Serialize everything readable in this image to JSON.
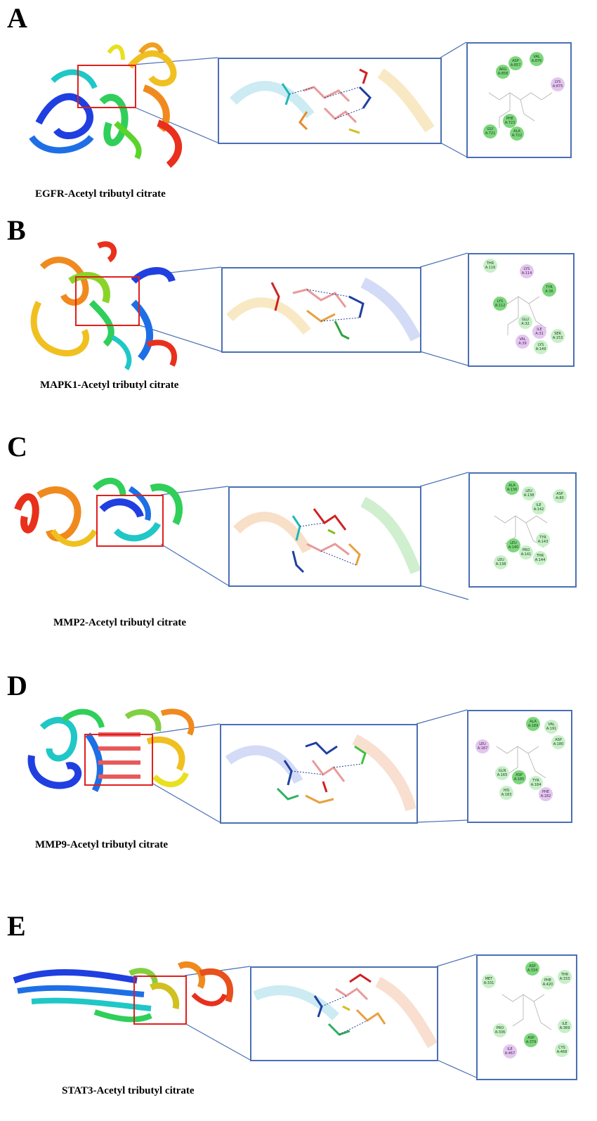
{
  "panels": [
    {
      "letter": "A",
      "caption": "EGFR-Acetyl tributyl citrate",
      "residues": [
        {
          "label": "VAL\nA:876",
          "type": "vdw"
        },
        {
          "label": "ASP\nA:857",
          "type": "vdw"
        },
        {
          "label": "ARG\nA:858",
          "type": "vdw"
        },
        {
          "label": "LYS\nA:875",
          "type": "pi"
        },
        {
          "label": "GLY\nA:721",
          "type": "vdw"
        },
        {
          "label": "PHE\nA:723",
          "type": "vdw"
        },
        {
          "label": "ALA\nA:722",
          "type": "vdw"
        }
      ]
    },
    {
      "letter": "B",
      "caption": "MAPK1-Acetyl tributyl citrate",
      "residues": [
        {
          "label": "THR\nA:116",
          "type": "vdw"
        },
        {
          "label": "LYS\nA:114",
          "type": "pi"
        },
        {
          "label": "TYR\nA:36",
          "type": "vdw"
        },
        {
          "label": "LYS\nA:112",
          "type": "vdw"
        },
        {
          "label": "GLU\nA:32",
          "type": "vdw"
        },
        {
          "label": "ILE\nA:31",
          "type": "pi"
        },
        {
          "label": "SER\nA:153",
          "type": "vdw"
        },
        {
          "label": "VAL\nA:39",
          "type": "pi"
        },
        {
          "label": "LYS\nA:149",
          "type": "vdw"
        }
      ]
    },
    {
      "letter": "C",
      "caption": "MMP2-Acetyl tributyl citrate",
      "residues": [
        {
          "label": "ALA\nA:136",
          "type": "vdw"
        },
        {
          "label": "LEU\nA:138",
          "type": "vdw"
        },
        {
          "label": "ASP\nA:80",
          "type": "vdw"
        },
        {
          "label": "ILE\nA:142",
          "type": "vdw"
        },
        {
          "label": "TYR\nA:143",
          "type": "vdw"
        },
        {
          "label": "LEU\nA:140",
          "type": "vdw"
        },
        {
          "label": "PRO\nA:141",
          "type": "vdw"
        },
        {
          "label": "THR\nA:144",
          "type": "vdw"
        },
        {
          "label": "LEU\nA:138",
          "type": "vdw"
        }
      ]
    },
    {
      "letter": "D",
      "caption": "MMP9-Acetyl tributyl citrate",
      "residues": [
        {
          "label": "ALA\nA:189",
          "type": "vdw"
        },
        {
          "label": "VAL\nA:191",
          "type": "vdw"
        },
        {
          "label": "ASP\nA:180",
          "type": "vdw"
        },
        {
          "label": "LEU\nA:187",
          "type": "pi"
        },
        {
          "label": "GLN\nA:165",
          "type": "vdw"
        },
        {
          "label": "ASP\nA:185",
          "type": "vdw"
        },
        {
          "label": "TYR\nA:184",
          "type": "vdw"
        },
        {
          "label": "HIS\nA:183",
          "type": "vdw"
        },
        {
          "label": "PHE\nA:182",
          "type": "pi"
        }
      ]
    },
    {
      "letter": "E",
      "caption": "STAT3-Acetyl tributyl citrate",
      "residues": [
        {
          "label": "ASP\nA:334",
          "type": "vdw"
        },
        {
          "label": "MET\nA:331",
          "type": "vdw"
        },
        {
          "label": "PHE\nA:420",
          "type": "vdw"
        },
        {
          "label": "THR\nA:333",
          "type": "vdw"
        },
        {
          "label": "PRO\nA:336",
          "type": "vdw"
        },
        {
          "label": "ILE\nA:369",
          "type": "vdw"
        },
        {
          "label": "ASP\nA:379",
          "type": "vdw"
        },
        {
          "label": "ILE\nA:467",
          "type": "pi"
        },
        {
          "label": "CYS\nA:468",
          "type": "vdw"
        }
      ]
    }
  ],
  "colors": {
    "frame_blue": "#4a6fb4",
    "selection_red": "#e0201c",
    "vdw_green": "#7ed67e",
    "pi_purple": "#e3c6ee"
  }
}
